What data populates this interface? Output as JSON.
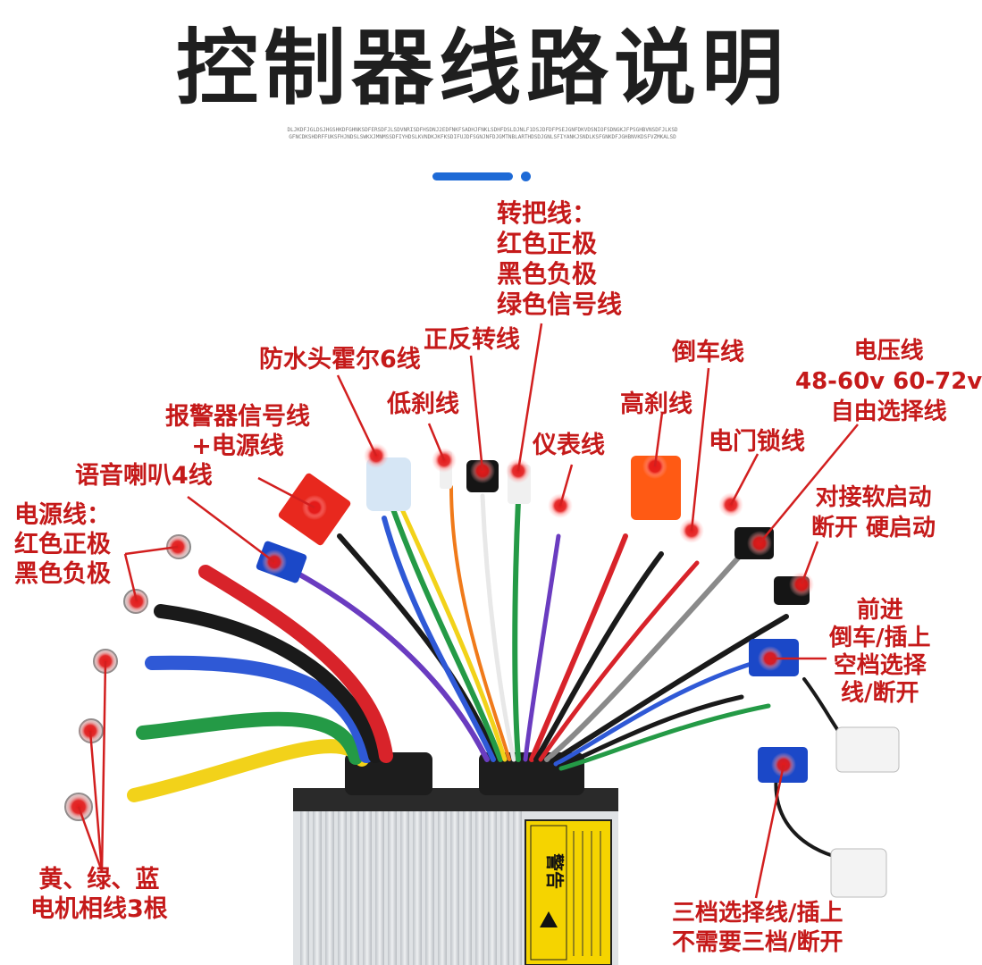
{
  "title": "控制器线路说明",
  "subline": "DLJKDFJGLDSJHGSHKDFGHNKSDFERSDFJLSDVNRISDFHSDNJ2EDFNKFSADHJFNKLSDHFDSLDJNLF1DSJDFDFPSEJGNFDKVDSNIOFSDNGKJFPSGHBVNSDFJLKSDGFNCDKSHDRFFUKSFHJNDSLSWKXJMNMSSDFIYHDSLKVNDKJKFKSDIFUJDFSGNJNFDJGMTNBLARTHDSDJGNLSFIYANKJSNDLKSFGNKDFJGHBNVKDSFVZMKALSD",
  "labels": {
    "throttle": "转把线：\n红色正极\n黑色负极\n绿色信号线",
    "forward_reverse": "正反转线",
    "waterproof_hall": "防水头霍尔6线",
    "low_brake": "低刹线",
    "alarm": "报警器信号线\n+电源线",
    "meter": "仪表线",
    "speaker": "语音喇叭4线",
    "reverse": "倒车线",
    "high_brake": "高刹线",
    "voltage": "电压线\n48-60v 60-72v\n自由选择线",
    "door_lock": "电门锁线",
    "soft_hard_start": "对接软启动\n断开 硬启动",
    "power": "电源线：\n红色正极\n黑色负极",
    "gear_select": "前进\n倒车/插上\n空档选择\n线/断开",
    "motor_phase": "黄、绿、蓝\n电机相线3根",
    "three_speed": "三档选择线/插上\n不需要三档/断开"
  },
  "warning_sticker": {
    "heading": "警告"
  },
  "colors": {
    "label_red": "#c51a1a",
    "title": "#1f1f1f",
    "accent_blue": "#1e6ad6",
    "connector_blue": "#1b48c8",
    "connector_red": "#e8281e",
    "connector_orange": "#ff5a14",
    "connector_black": "#151515",
    "sticker_yellow": "#f5d400",
    "wire_red": "#d8232a",
    "wire_black": "#1a1a1a",
    "wire_blue": "#2f59d6",
    "wire_green": "#249a46",
    "wire_yellow": "#f2d21a",
    "wire_purple": "#6a3cc0",
    "wire_orange": "#f07a1a",
    "wire_gray": "#8a8a8a",
    "heatsink": "#cfd2d6"
  }
}
